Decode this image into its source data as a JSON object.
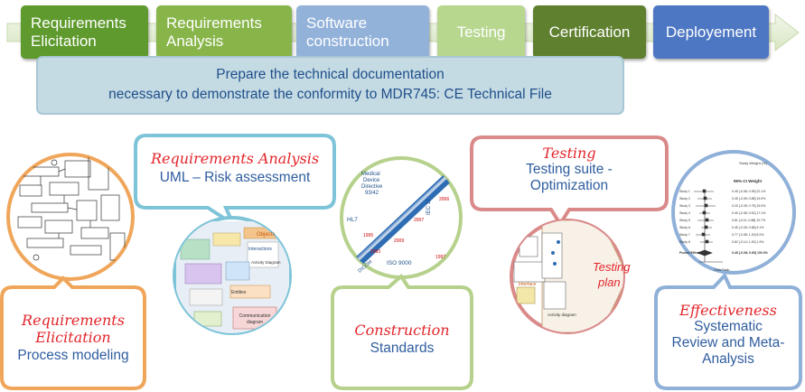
{
  "phases": [
    {
      "label": "Requirements\nElicitation",
      "color": "#5e9a2d"
    },
    {
      "label": "Requirements\nAnalysis",
      "color": "#88b54a"
    },
    {
      "label": "Software\nconstruction",
      "color": "#93b2da"
    },
    {
      "label": "Testing",
      "color": "#b7d78f"
    },
    {
      "label": "Certification",
      "color": "#5f802f"
    },
    {
      "label": "Deployement",
      "color": "#4e77c3"
    }
  ],
  "tech_doc": {
    "line1": "Prepare the technical documentation",
    "line2": "necessary to demonstrate the conformity to MDR745: CE Technical File"
  },
  "callouts": {
    "elicitation": {
      "title1": "Requirements",
      "title2": "Elicitation",
      "subtitle": "Process modeling",
      "color": "#f0a65a"
    },
    "analysis": {
      "title": "Requirements Analysis",
      "subtitle": "UML – Risk assessment",
      "color": "#7ec4d8"
    },
    "construction": {
      "title": "Construction",
      "subtitle": "Standards",
      "color": "#b6d18c"
    },
    "testing": {
      "title": "Testing",
      "subtitle1": "Testing suite -",
      "subtitle2": "Optimization",
      "color": "#d98a89"
    },
    "effectiveness": {
      "title": "Effectiveness",
      "subtitle1": "Systematic",
      "subtitle2": "Review and Meta-",
      "subtitle3": "Analysis",
      "color": "#8fb0d8"
    }
  },
  "images": {
    "analysis_labels": {
      "objects": "Objects",
      "interactions": "Interactions",
      "activity": "Activity Diagram",
      "entities": "Entities",
      "communication1": "Communication",
      "communication2": "diagram"
    },
    "standards_labels": {
      "directive1": "Medical",
      "directive2": "Device",
      "directive3": "Directive",
      "directive4": "93/42",
      "hl7": "HL7",
      "iso": "ISO 9000",
      "iec": "IEC 11",
      "dicom": "DICOM",
      "year1": "2006",
      "year2": "2007",
      "year3": "2009",
      "year4": "1993",
      "year5": "1995",
      "year6": "1997"
    },
    "testing_plan1": "Testing",
    "testing_plan2": "plan",
    "testing_interface": "Interface",
    "testing_activity": "Activity diagram",
    "meta_labels": {
      "header": "Study Weight (%)",
      "pooled": "Pooled Effect",
      "study1": "Study 1",
      "study2": "Study 2",
      "study3": "Study 3",
      "study4": "Study 4",
      "study5": "Study 5",
      "study6": "Study 6",
      "study7": "Study 7",
      "study8": "Study 8",
      "scale": "95%-CI Weight",
      "axis": "Odds Ratio"
    }
  }
}
